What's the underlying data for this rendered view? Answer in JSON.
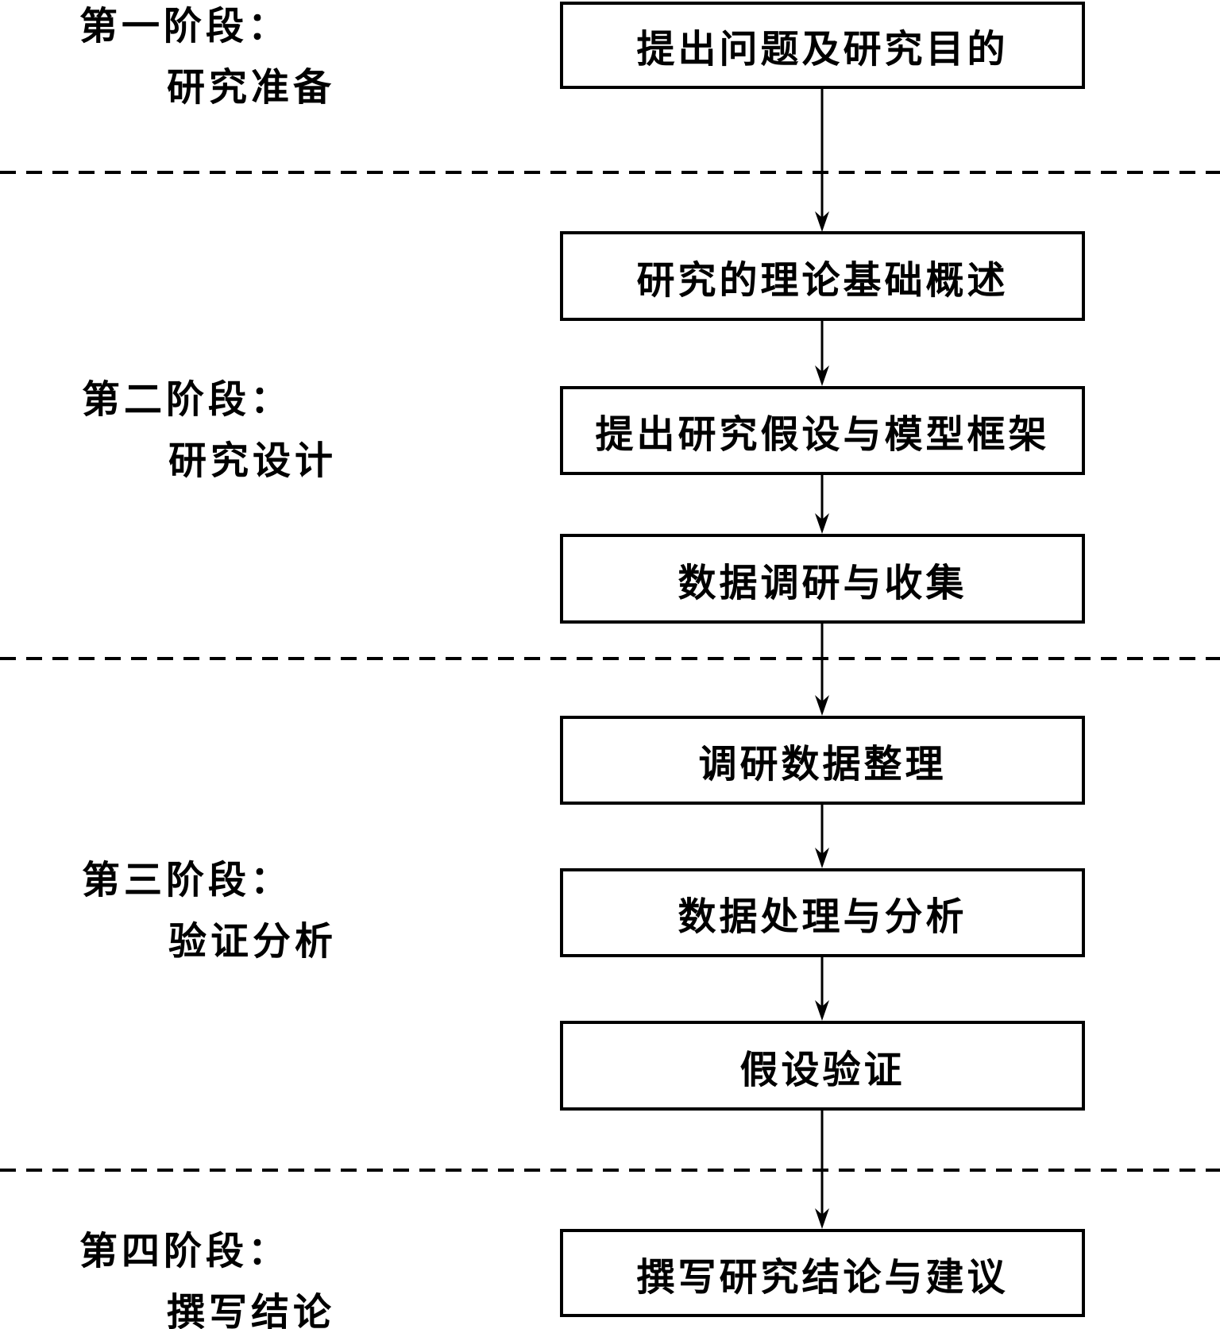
{
  "diagram": {
    "stages": [
      {
        "line1": "第一阶段：",
        "line2": "研究准备"
      },
      {
        "line1": "第二阶段：",
        "line2": "研究设计"
      },
      {
        "line1": "第三阶段：",
        "line2": "验证分析"
      },
      {
        "line1": "第四阶段：",
        "line2": "撰写结论"
      }
    ],
    "boxes": [
      {
        "label": "提出问题及研究目的"
      },
      {
        "label": "研究的理论基础概述"
      },
      {
        "label": "提出研究假设与模型框架"
      },
      {
        "label": "数据调研与收集"
      },
      {
        "label": "调研数据整理"
      },
      {
        "label": "数据处理与分析"
      },
      {
        "label": "假设验证"
      },
      {
        "label": "撰写研究结论与建议"
      }
    ],
    "colors": {
      "line": "#000000",
      "background": "#ffffff"
    }
  }
}
